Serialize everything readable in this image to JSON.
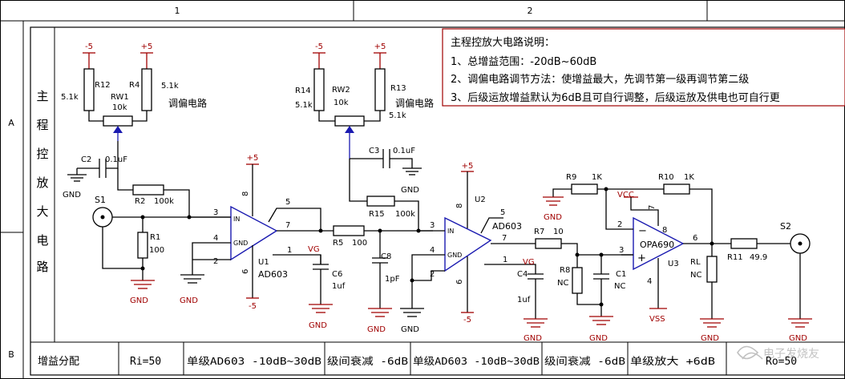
{
  "frame": {
    "columns": [
      "1",
      "2"
    ],
    "rows": [
      "A",
      "B"
    ]
  },
  "side_title": [
    "主",
    "程",
    "控",
    "放",
    "大",
    "电",
    "路"
  ],
  "notes": {
    "heading": "主程控放大电路说明：",
    "lines": [
      "1、总增益范围：-20dB~60dB",
      "2、调偏电路调节方法：使增益最大，先调节第一级再调节第二级",
      "3、后级运放增益默认为6dB且可自行调整，后级运放及供电也可自行更"
    ]
  },
  "supplies": {
    "neg5": "-5",
    "pos5": "+5",
    "vg": "VG",
    "vcc": "VCC",
    "vss": "VSS",
    "gnd": "GND"
  },
  "offset_label": "调偏电路",
  "components": {
    "R12": {
      "ref": "R12",
      "value": "5.1k"
    },
    "R4": {
      "ref": "R4",
      "value": "5.1k"
    },
    "RW1": {
      "ref": "RW1",
      "value": "10k"
    },
    "R14": {
      "ref": "R14",
      "value": "5.1k"
    },
    "R13": {
      "ref": "R13",
      "value": "5.1k"
    },
    "RW2": {
      "ref": "RW2",
      "value": "10k"
    },
    "C2": {
      "ref": "C2",
      "value": "0.1uF"
    },
    "C3": {
      "ref": "C3",
      "value": "0.1uF"
    },
    "R2": {
      "ref": "R2",
      "value": "100k"
    },
    "R15": {
      "ref": "R15",
      "value": "100k"
    },
    "R1": {
      "ref": "R1",
      "value": "100"
    },
    "R5": {
      "ref": "R5",
      "value": "100"
    },
    "C6": {
      "ref": "C6",
      "value": "1uf"
    },
    "C8": {
      "ref": "C8",
      "value": "1pF"
    },
    "C4": {
      "ref": "C4",
      "value": "1uf"
    },
    "R7": {
      "ref": "R7",
      "value": "10"
    },
    "R8": {
      "ref": "R8",
      "value": "NC"
    },
    "C1": {
      "ref": "C1",
      "value": "NC"
    },
    "R9": {
      "ref": "R9",
      "value": "1K"
    },
    "R10": {
      "ref": "R10",
      "value": "1K"
    },
    "RL": {
      "ref": "RL",
      "value": "NC"
    },
    "R11": {
      "ref": "R11",
      "value": "49.9"
    },
    "S1": {
      "ref": "S1"
    },
    "S2": {
      "ref": "S2"
    },
    "U1": {
      "ref": "U1",
      "part": "AD603"
    },
    "U2": {
      "ref": "U2",
      "part": "AD603"
    },
    "U3": {
      "ref": "U3",
      "part": "OPA690"
    }
  },
  "pins": {
    "in": "IN",
    "gnd": "GND",
    "p1": "1",
    "p2": "2",
    "p3": "3",
    "p4": "4",
    "p5": "5",
    "p6": "6",
    "p7": "7",
    "p8": "8",
    "minus": "−",
    "plus": "+"
  },
  "gain_table": {
    "title": "增益分配",
    "cells": [
      "Ri=50",
      "单级AD603  -10dB~30dB",
      "级间衰减 -6dB",
      "单级AD603  -10dB~30dB",
      "级间衰减  -6dB",
      "单级放大  +6dB",
      "Ro=50"
    ]
  },
  "watermark": "电子发烧友"
}
